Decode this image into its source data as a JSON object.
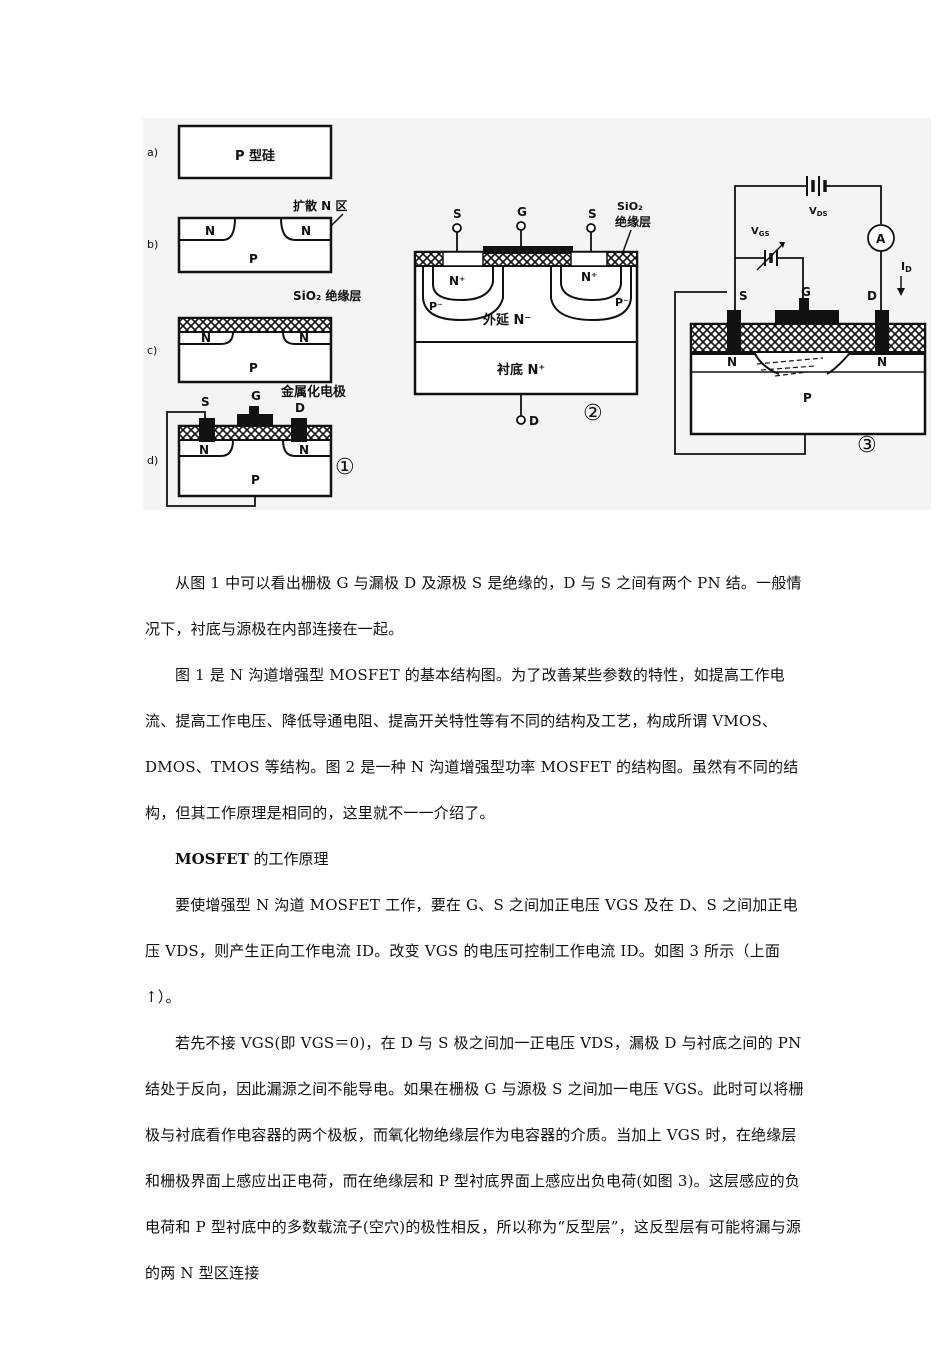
{
  "figure": {
    "panel1": {
      "labels": {
        "a": "a)",
        "b": "b)",
        "c": "c)",
        "d": "d)"
      },
      "p_silicon": "P 型硅",
      "diffused_n": "扩散 N 区",
      "sio2_layer": "SiO₂ 绝缘层",
      "metal_electrode": "金属化电极",
      "n": "N",
      "p": "P",
      "s": "S",
      "g": "G",
      "d_term": "D",
      "number": "①"
    },
    "panel2": {
      "s": "S",
      "g": "G",
      "sio2": "SiO₂",
      "insulator": "绝缘层",
      "n_plus": "N⁺",
      "p_minus": "P⁻",
      "epi": "外延  N⁻",
      "substrate": "衬底 N⁺",
      "d_term": "D",
      "number": "②"
    },
    "panel3": {
      "vds": "V",
      "vds_sub": "DS",
      "vgs": "V",
      "vgs_sub": "GS",
      "ammeter": "A",
      "id": "I",
      "id_sub": "D",
      "s": "S",
      "g": "G",
      "d_term": "D",
      "n": "N",
      "p": "P",
      "number": "③"
    }
  },
  "article": {
    "p1": "从图 1 中可以看出栅极 G 与漏极 D 及源极 S 是绝缘的，D 与 S 之间有两个 PN 结。一般情况下，衬底与源极在内部连接在一起。",
    "p2": "图 1 是 N 沟道增强型 MOSFET 的基本结构图。为了改善某些参数的特性，如提高工作电流、提高工作电压、降低导通电阻、提高开关特性等有不同的结构及工艺，构成所谓 VMOS、DMOS、TMOS 等结构。图 2 是一种 N 沟道增强型功率 MOSFET 的结构图。虽然有不同的结构，但其工作原理是相同的，这里就不一一介绍了。",
    "heading_bold": "MOSFET",
    "heading_rest": " 的工作原理",
    "p3": "要使增强型 N 沟道 MOSFET 工作，要在 G、S 之间加正电压 VGS 及在 D、S 之间加正电压 VDS，则产生正向工作电流 ID。改变 VGS 的电压可控制工作电流 ID。如图 3 所示（上面↑）。",
    "p4": "若先不接 VGS(即 VGS＝0)，在 D 与 S 极之间加一正电压 VDS，漏极 D 与衬底之间的 PN 结处于反向，因此漏源之间不能导电。如果在栅极 G 与源极 S 之间加一电压 VGS。此时可以将栅极与衬底看作电容器的两个极板，而氧化物绝缘层作为电容器的介质。当加上 VGS 时，在绝缘层和栅极界面上感应出正电荷，而在绝缘层和 P 型衬底界面上感应出负电荷(如图 3)。这层感应的负电荷和 P 型衬底中的多数载流子(空穴)的极性相反，所以称为“反型层”，这反型层有可能将漏与源的两 N 型区连接"
  }
}
